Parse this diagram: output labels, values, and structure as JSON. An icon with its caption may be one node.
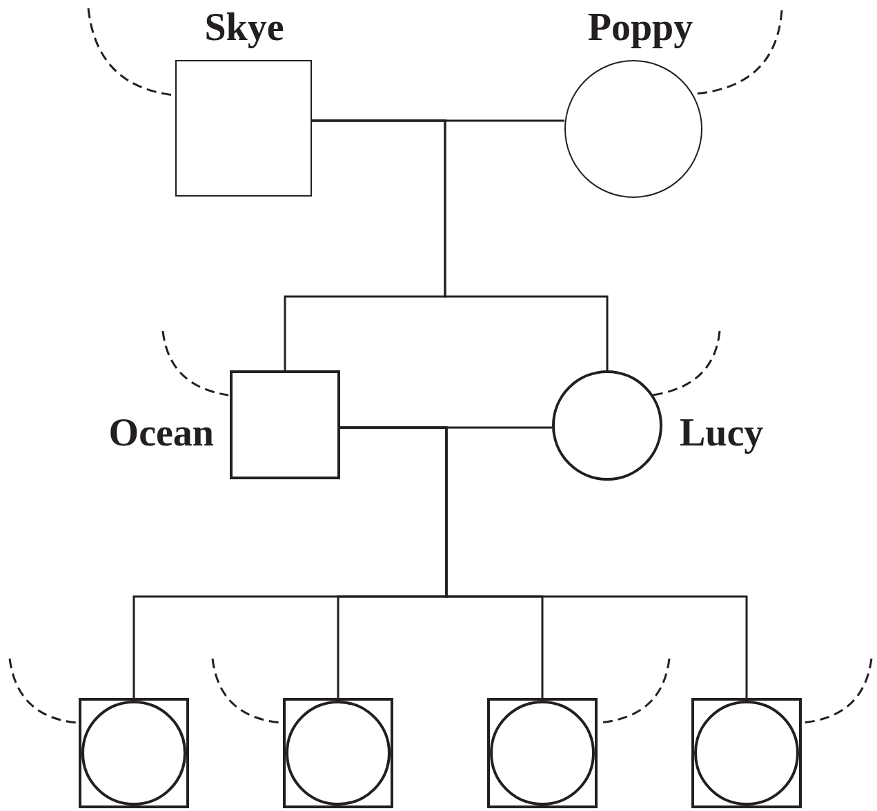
{
  "diagram": {
    "nodes": [
      {
        "text": [
          "Skye"
        ]
      },
      {
        "text": [
          "Poppy"
        ]
      },
      {
        "text": [
          "Ocean"
        ]
      },
      {
        "text": [
          "Lucy"
        ]
      },
      {
        "text": [],
        "shape": "box"
      },
      {
        "text": [],
        "shape": "box"
      },
      {
        "text": [],
        "shape": "box"
      },
      {
        "text": [],
        "shape": "box"
      }
    ],
    "edges": [
      {
        "from": 0,
        "to": 1,
        "arrow": "none"
      },
      {
        "from": 0,
        "to": 2,
        "arrow": "none"
      },
      {
        "from": 0,
        "to": 3,
        "arrow": "none"
      },
      {
        "from": 2,
        "to": 3,
        "arrow": "none"
      },
      {
        "from": 2,
        "to": 4,
        "arrow": "none"
      },
      {
        "from": 2,
        "to": 5,
        "arrow": "none"
      },
      {
        "from": 2,
        "to": 6,
        "arrow": "none"
      },
      {
        "from": 2,
        "to": 7,
        "arrow": "none"
      }
    ]
  }
}
